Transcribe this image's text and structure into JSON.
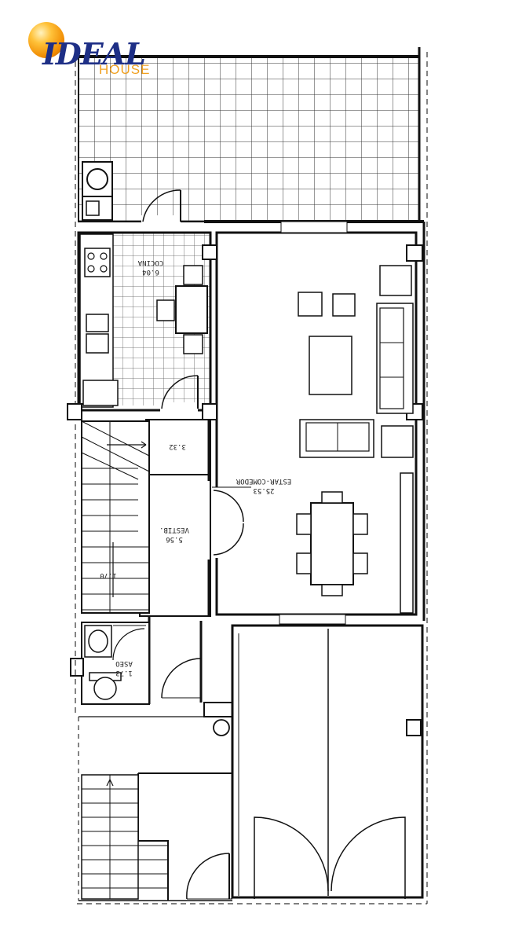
{
  "logo": {
    "main": "IDEAL",
    "sub": "HOUSE",
    "ball_color": "#f5a300",
    "main_color": "#1e2f86",
    "sub_color": "#f0a020"
  },
  "rooms": {
    "cocina_name": "COCINA",
    "cocina_area": "6.04",
    "estar_name": "ESTAR-COMEDOR",
    "estar_area": "25.53",
    "vestib_name": "VESTIB.",
    "vestib_area": "5.56",
    "aseo_name": "ASEO",
    "aseo_area": "1.73",
    "hall_area": "3.32",
    "stair_area": "1.70"
  }
}
